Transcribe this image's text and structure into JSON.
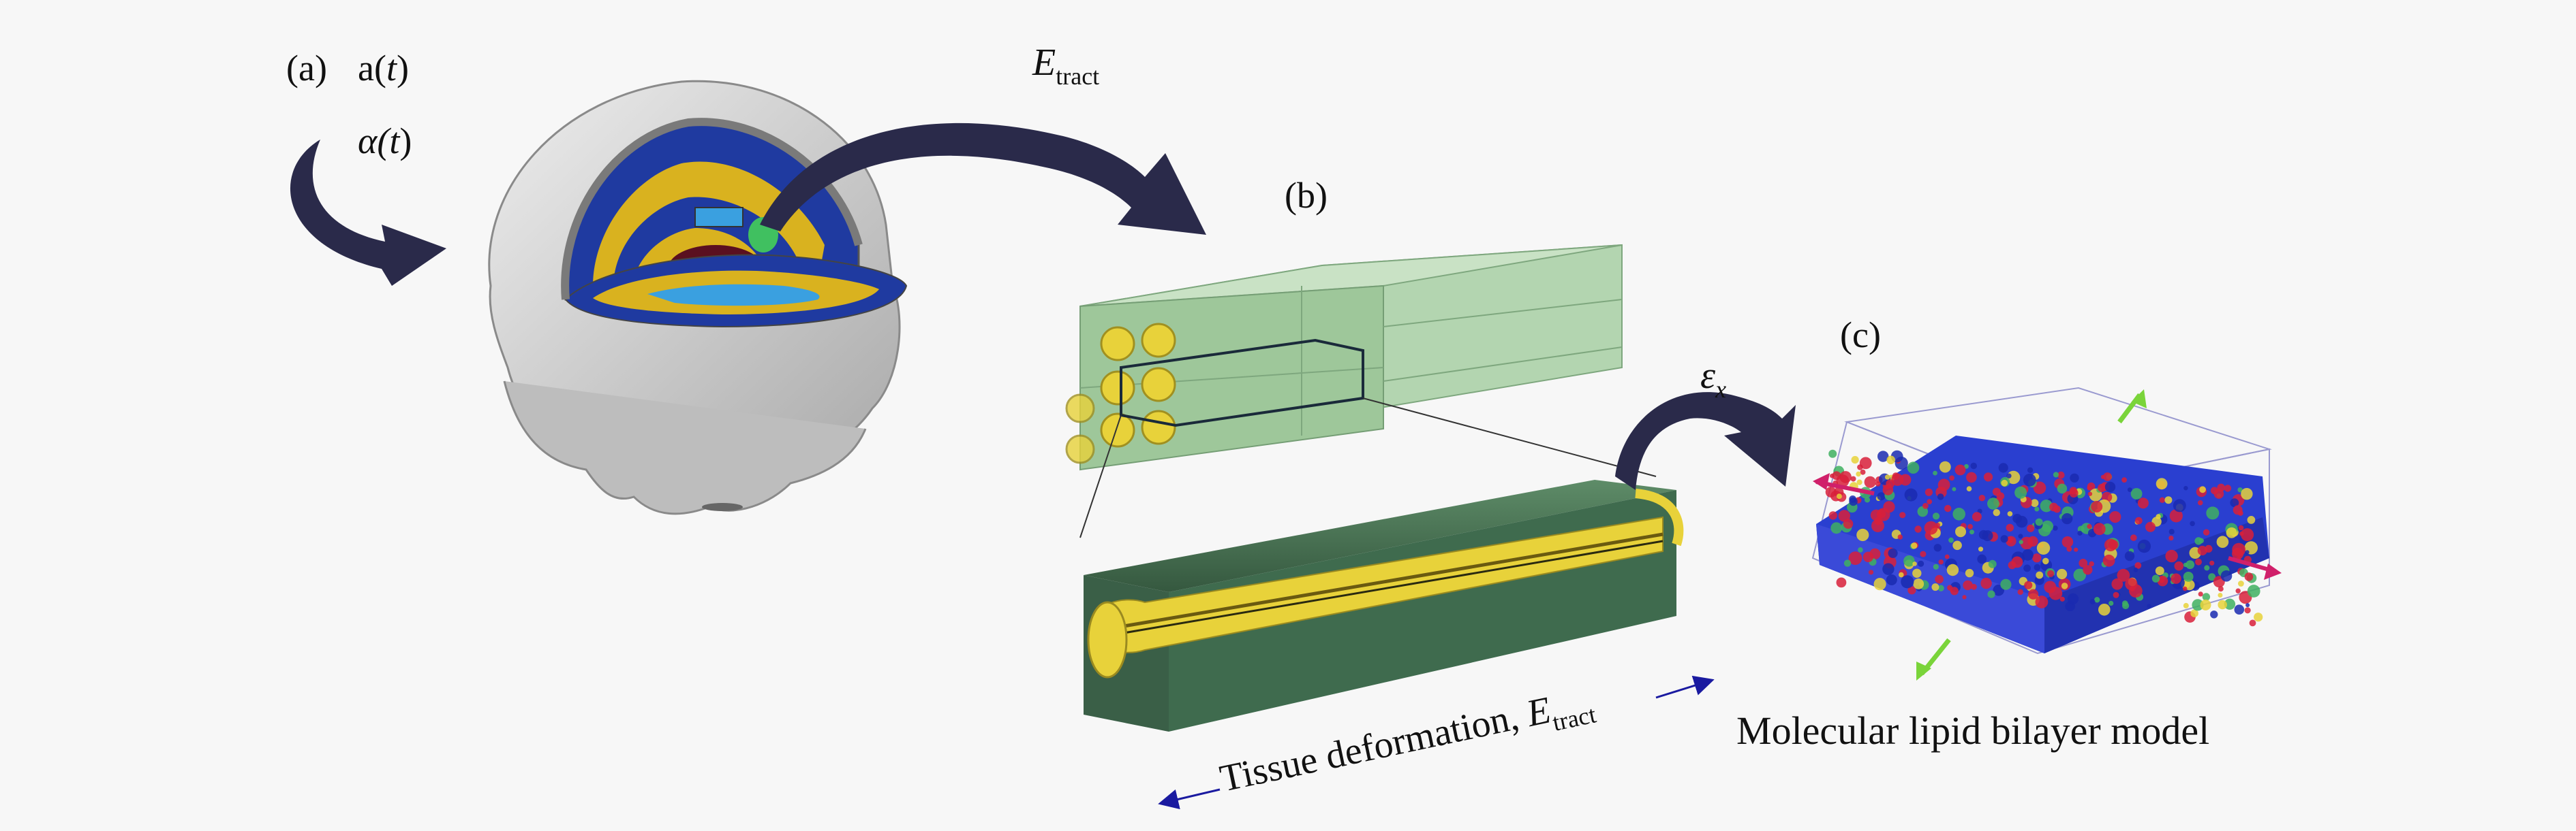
{
  "panels": {
    "a": {
      "label": "(a)",
      "lin_base": "a(",
      "lin_var": "t",
      "lin_close": ")",
      "rot_base": "α(",
      "rot_var": "t",
      "rot_close": ")"
    },
    "b": {
      "label": "(b)"
    },
    "c": {
      "label": "(c)",
      "caption": "Molecular lipid bilayer model"
    }
  },
  "arrows": {
    "tract": {
      "main": "E",
      "sub": "tract"
    },
    "strain": {
      "main": "ε",
      "sub": "x"
    }
  },
  "tissue": {
    "caption_main": "Tissue deformation, ",
    "var": "E",
    "sub": "tract"
  },
  "colors": {
    "arrow": "#2a2a4a",
    "skull": "#cfcfcf",
    "brain_blue": "#1f3aa0",
    "brain_gold": "#d9b21f",
    "tract_green": "#9bc79a",
    "axon_yellow": "#e8d23a",
    "tube_green": "#3f6b4e",
    "lipid_blue": "#2a3fd0",
    "lipid_red": "#d8203a",
    "stretch_magenta": "#d0206a",
    "stretch_green": "#7ad43a"
  }
}
